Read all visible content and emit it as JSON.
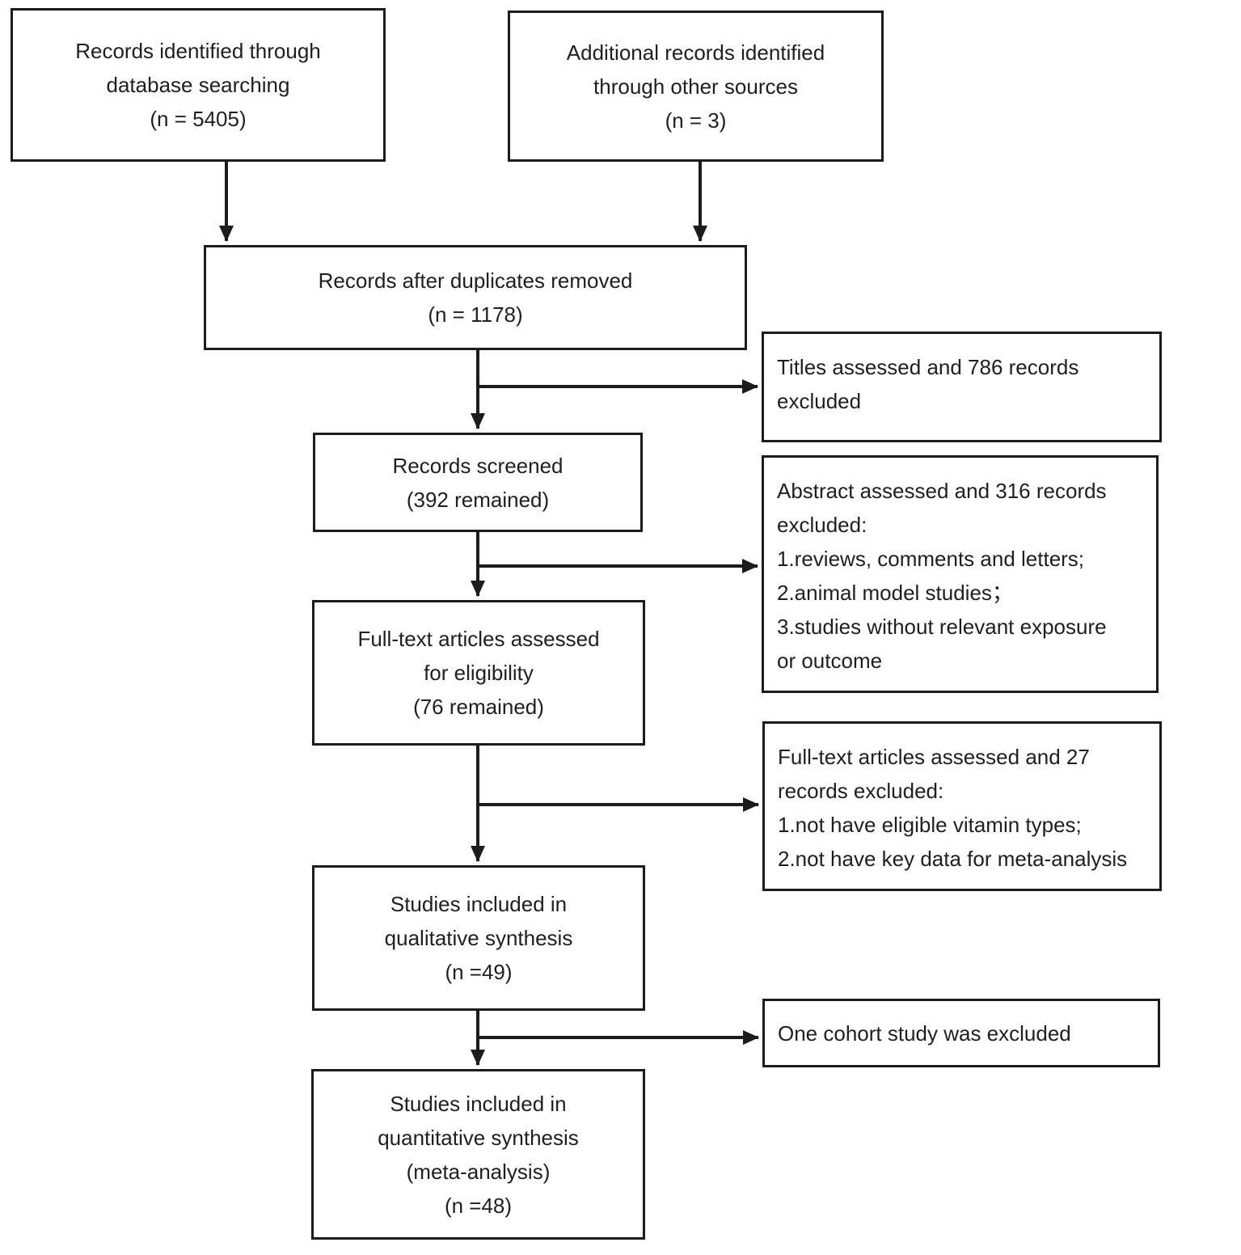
{
  "diagram": {
    "type": "prisma-flow",
    "colors": {
      "line": "#1c1c1c",
      "text": "#1f1f1f",
      "background": "#ffffff"
    },
    "boxes": {
      "identified_db": {
        "lines": [
          "Records identified through",
          "database searching",
          "(n = 5405)"
        ]
      },
      "identified_other": {
        "lines": [
          "Additional records identified",
          "through other sources",
          "(n = 3)"
        ]
      },
      "duplicates_removed": {
        "lines": [
          "Records after duplicates removed",
          "(n = 1178)"
        ]
      },
      "screened": {
        "lines": [
          "Records screened",
          "(392 remained)"
        ]
      },
      "fulltext_assessed": {
        "lines": [
          "Full-text articles assessed",
          "for eligibility",
          "(76 remained)"
        ]
      },
      "qualitative": {
        "lines": [
          "Studies included in",
          "qualitative synthesis",
          "(n =49)"
        ]
      },
      "quantitative": {
        "lines": [
          "Studies included in",
          "quantitative synthesis",
          "(meta-analysis)",
          "(n =48)"
        ]
      },
      "excluded_titles": {
        "lines": [
          "Titles assessed and 786 records",
          "excluded"
        ]
      },
      "excluded_abstract": {
        "lines": [
          "Abstract assessed and 316 records",
          "excluded:",
          "1.reviews, comments and letters;",
          "2.animal model studies；",
          "3.studies without relevant exposure",
          "or outcome"
        ]
      },
      "excluded_fulltext": {
        "lines": [
          "Full-text articles assessed and 27",
          "records excluded:",
          "1.not have eligible vitamin types;",
          "2.not have key data for meta-analysis"
        ]
      },
      "excluded_cohort": {
        "lines": [
          "One cohort study was excluded"
        ]
      }
    }
  }
}
